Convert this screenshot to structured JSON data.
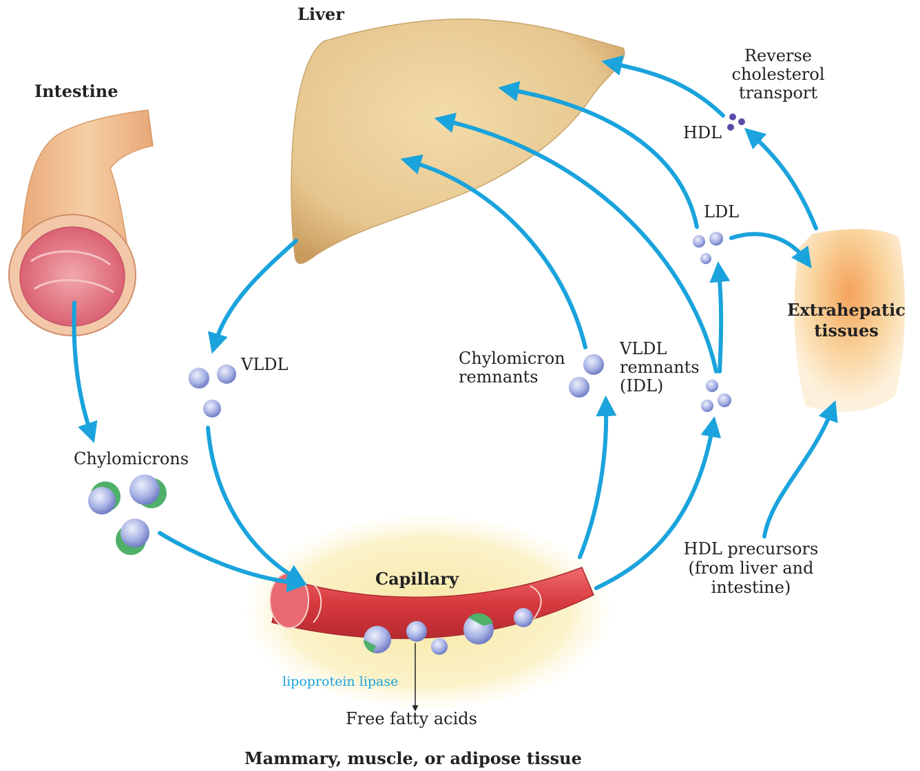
{
  "labels": {
    "liver": "Liver",
    "intestine": "Intestine",
    "reverse_line1": "Reverse",
    "reverse_line2": "cholesterol",
    "reverse_line3": "transport",
    "hdl": "HDL",
    "ldl": "LDL",
    "extrahepatic_line1": "Extrahepatic",
    "extrahepatic_line2": "tissues",
    "vldl": "VLDL",
    "chylo_remnants_line1": "Chylomicron",
    "chylo_remnants_line2": "remnants",
    "vldl_remnants_line1": "VLDL",
    "vldl_remnants_line2": "remnants",
    "vldl_remnants_line3": "(IDL)",
    "chylomicrons": "Chylomicrons",
    "capillary": "Capillary",
    "hdl_precursors_line1": "HDL precursors",
    "hdl_precursors_line2": "(from liver and",
    "hdl_precursors_line3": "intestine)",
    "lipoprotein_lipase": "lipoprotein lipase",
    "free_fatty_acids": "Free fatty acids",
    "tissue": "Mammary, muscle, or adipose tissue"
  },
  "colors": {
    "arrow": "#1aa3dc",
    "liver": "#e3c48e",
    "capillary": "#d93a3f",
    "particle": "#a9b3e6",
    "apoprotein": "#4fb06a",
    "hdl_particle": "#5a4aa8",
    "extrahepatic": "#f6b56e"
  }
}
